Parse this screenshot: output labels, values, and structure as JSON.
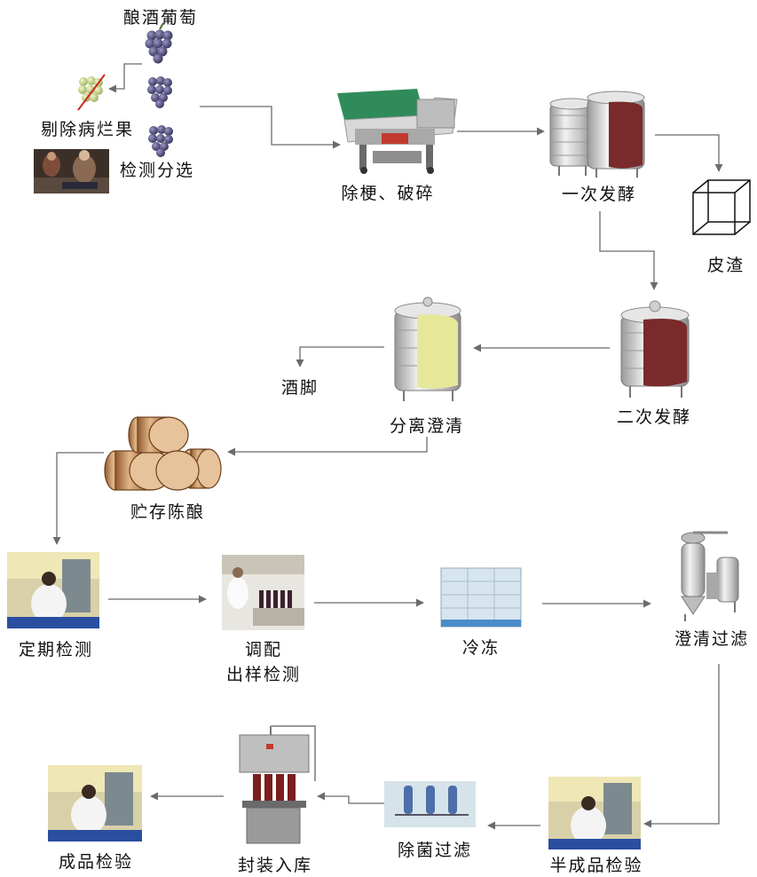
{
  "diagram": {
    "steps": {
      "grapes": "酿酒葡萄",
      "remove_rotten": "剔除病烂果",
      "inspect_sort": "检测分选",
      "destem_crush": "除梗、破碎",
      "primary_ferment": "一次发酵",
      "pomace": "皮渣",
      "secondary_ferment": "二次发酵",
      "separate_clarify": "分离澄清",
      "lees": "酒脚",
      "barrel_aging": "贮存陈酿",
      "periodic_test": "定期检测",
      "blend_line1": "调配",
      "blend_line2": "出样检测",
      "freeze": "冷冻",
      "clarify_filter": "澄清过滤",
      "semi_inspect": "半成品检验",
      "sterile_filter": "除菌过滤",
      "bottle_store": "封装入库",
      "final_inspect": "成品检验"
    },
    "colors": {
      "arrow": "#6b6b6b",
      "tank_steel": "#c9c9c9",
      "tank_red": "#7a2a2a",
      "tank_yellow": "#e7e79a",
      "grape": "#4a4670",
      "barrel": "#c9925d"
    }
  }
}
